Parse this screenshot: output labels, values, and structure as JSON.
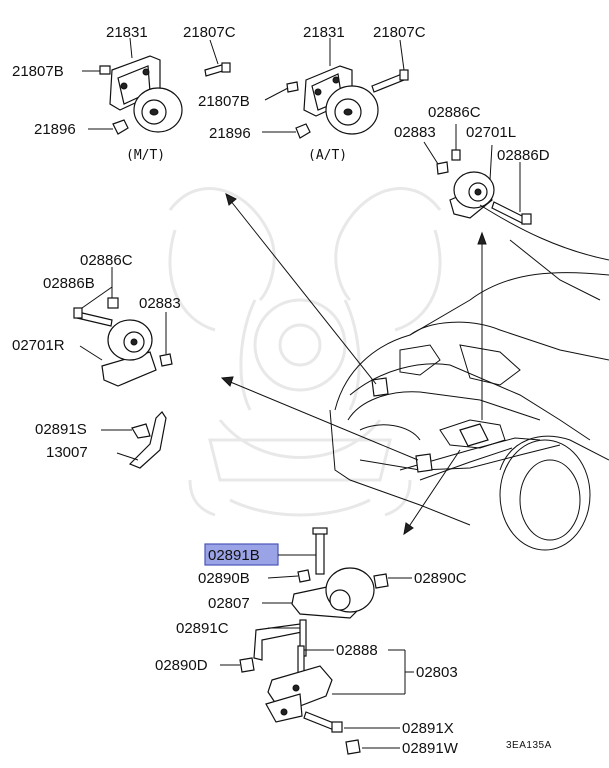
{
  "labels": {
    "mt_21831": "21831",
    "mt_21807c": "21807C",
    "mt_21807b": "21807B",
    "mt_21896": "21896",
    "mt_caption": "(M/T)",
    "at_21831": "21831",
    "at_21807c": "21807C",
    "at_21807b": "21807B",
    "at_21896": "21896",
    "at_caption": "(A/T)",
    "tr_02886c": "02886C",
    "tr_02883": "02883",
    "tr_02701l": "02701L",
    "tr_02886d": "02886D",
    "ml_02886c": "02886C",
    "ml_02886b": "02886B",
    "ml_02883": "02883",
    "ml_02701r": "02701R",
    "ml_02891s": "02891S",
    "ml_13007": "13007",
    "bt_02891b": "02891B",
    "bt_02890b": "02890B",
    "bt_02890c": "02890C",
    "bt_02807": "02807",
    "bt_02891c": "02891C",
    "bt_02888": "02888",
    "bt_02803": "02803",
    "bt_02890d": "02890D",
    "bt_02891x": "02891X",
    "bt_02891w": "02891W",
    "diagram_code": "3EA135A"
  },
  "highlight": {
    "part_number": "02891B",
    "color": "#9aa3e6"
  }
}
